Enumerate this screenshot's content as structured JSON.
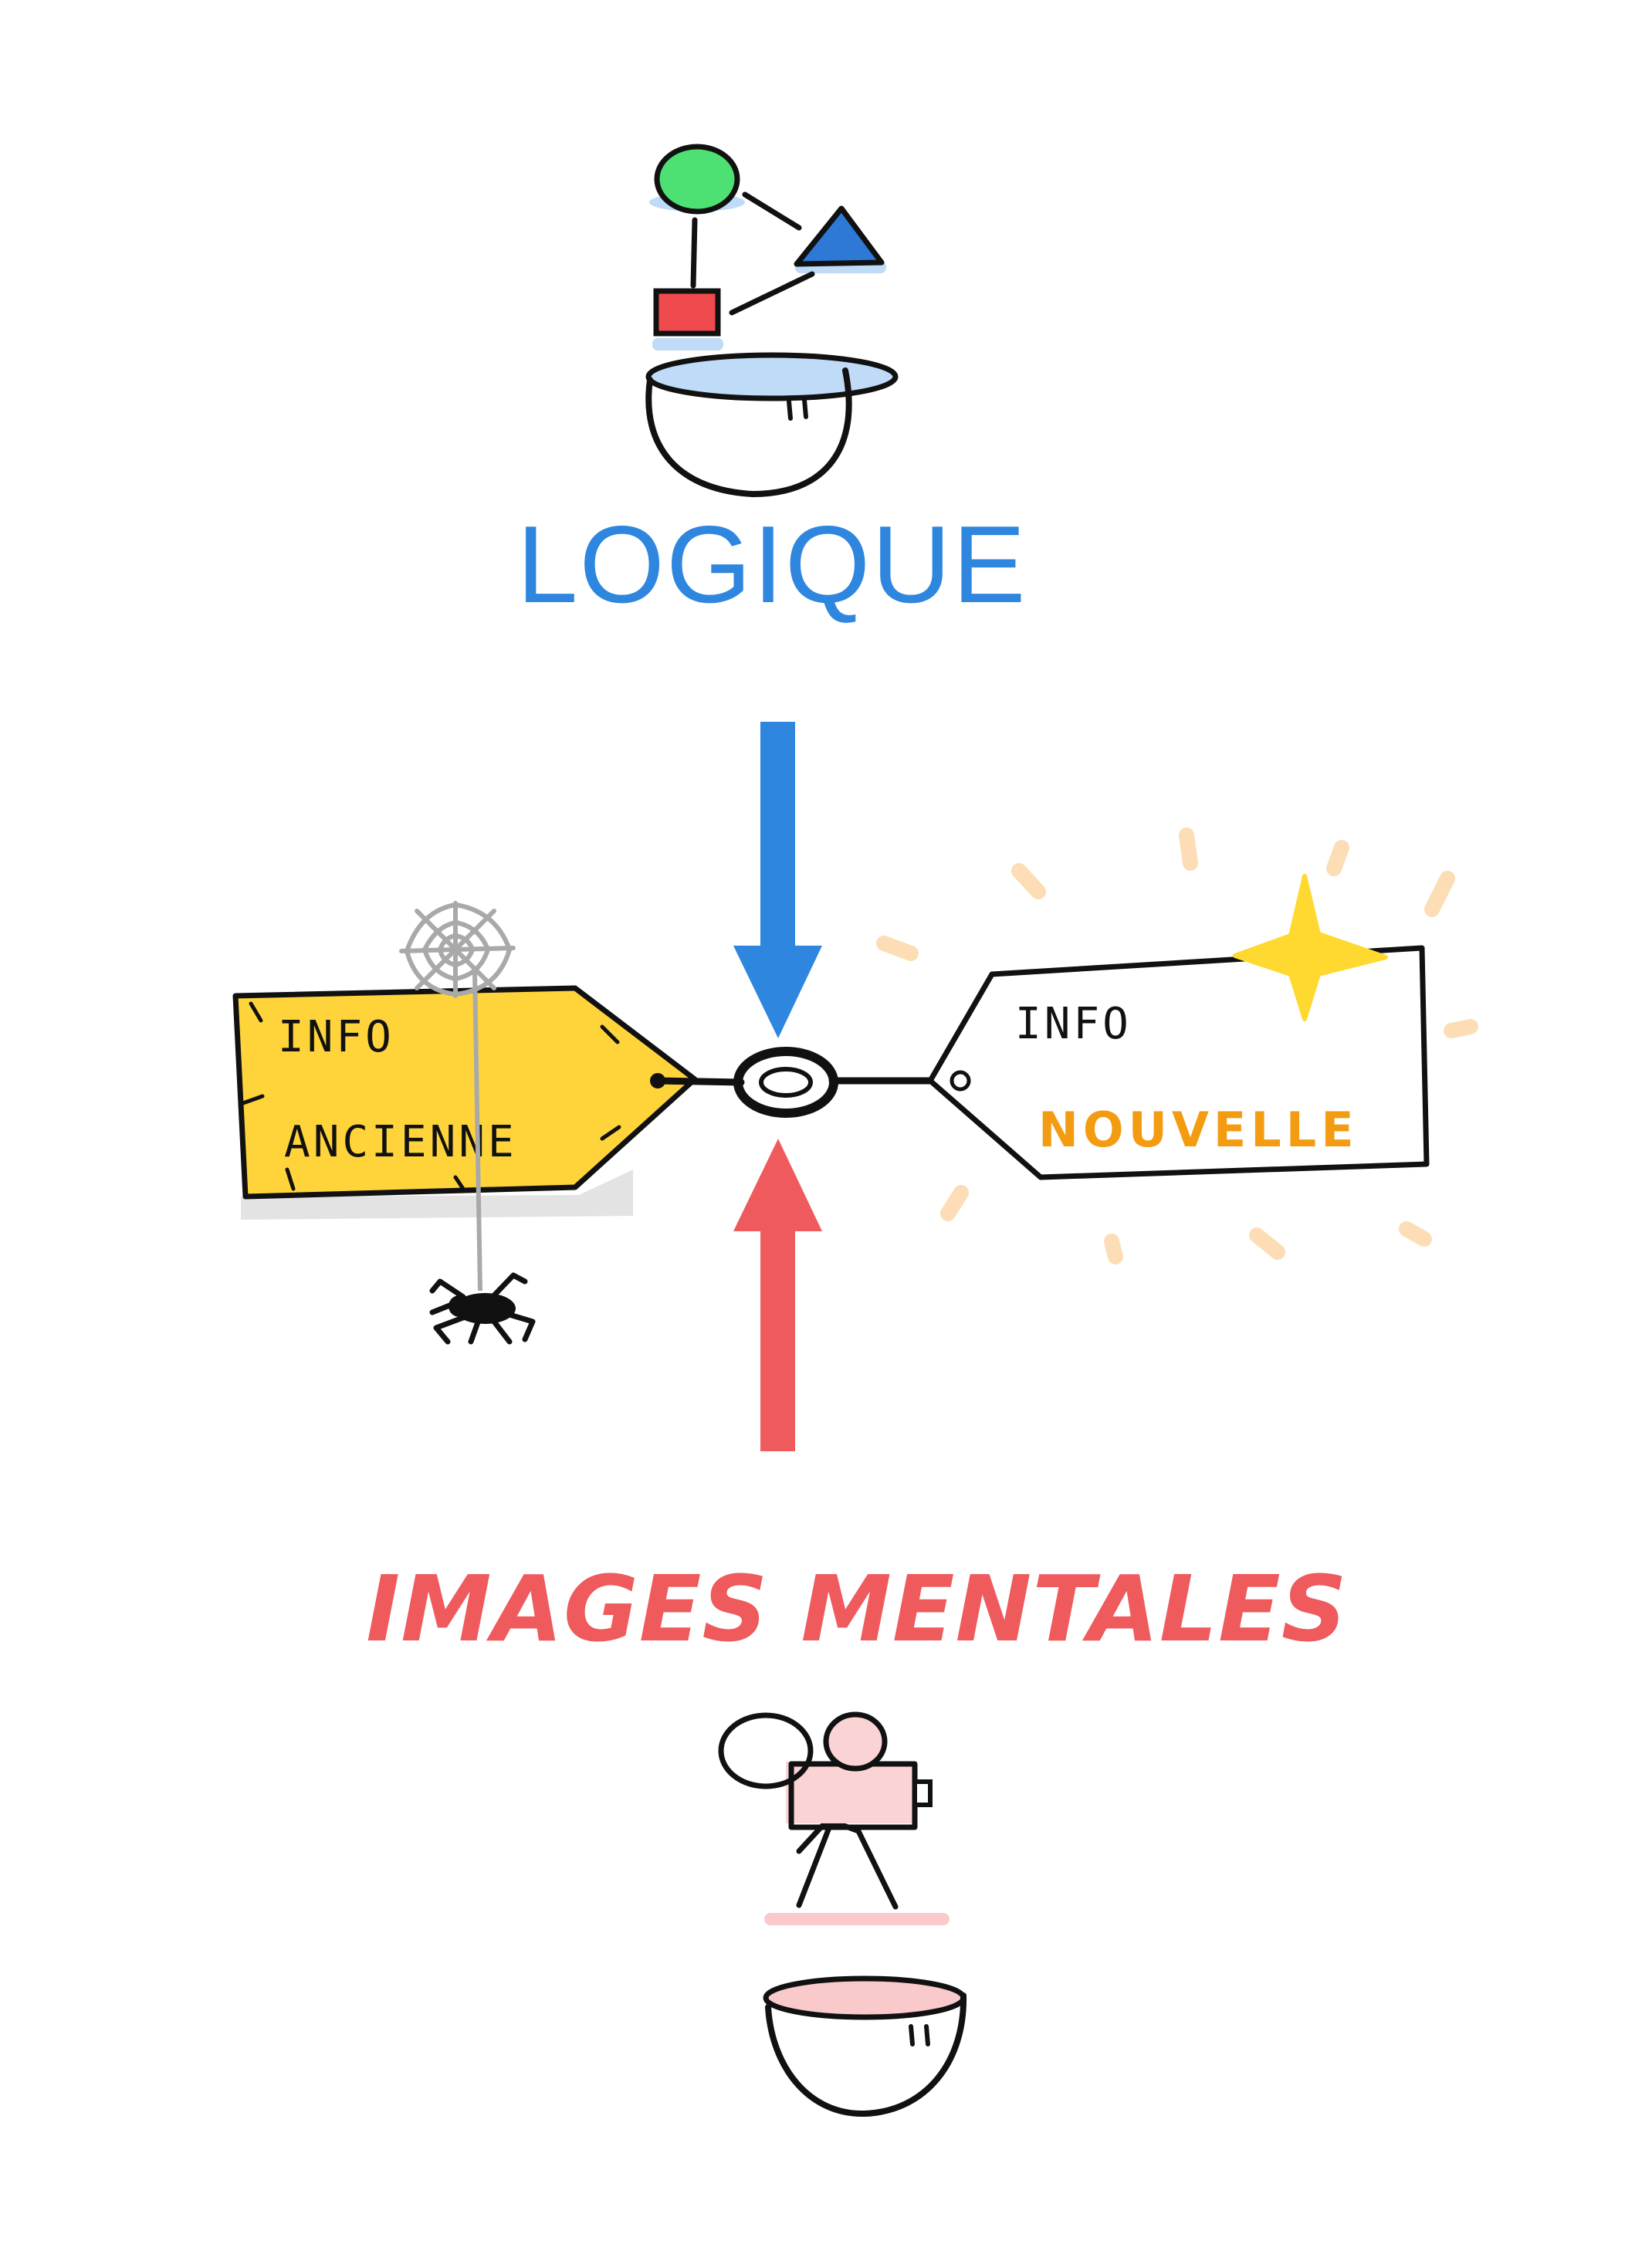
{
  "top": {
    "label": "LOGIQUE"
  },
  "bottom": {
    "label": "IMAGES MENTALES"
  },
  "old_tag": {
    "line1": "INFO",
    "line2": "ANCIENNE"
  },
  "new_tag": {
    "line1": "INFO",
    "line2": "NOUVELLE"
  },
  "icons": [
    "shapes-network-icon",
    "open-head-icon",
    "down-arrow-icon",
    "up-arrow-icon",
    "chain-link-icon",
    "cobweb-icon",
    "spider-icon",
    "sparkle-icon",
    "movie-camera-icon"
  ],
  "colors": {
    "logic_blue": "#2E86DE",
    "images_red": "#EF5A5D",
    "old_tag_yellow": "#FFD43B",
    "new_tag_orange": "#F39C12",
    "sparkle_yellow": "#FFD92F",
    "ink": "#111111"
  }
}
